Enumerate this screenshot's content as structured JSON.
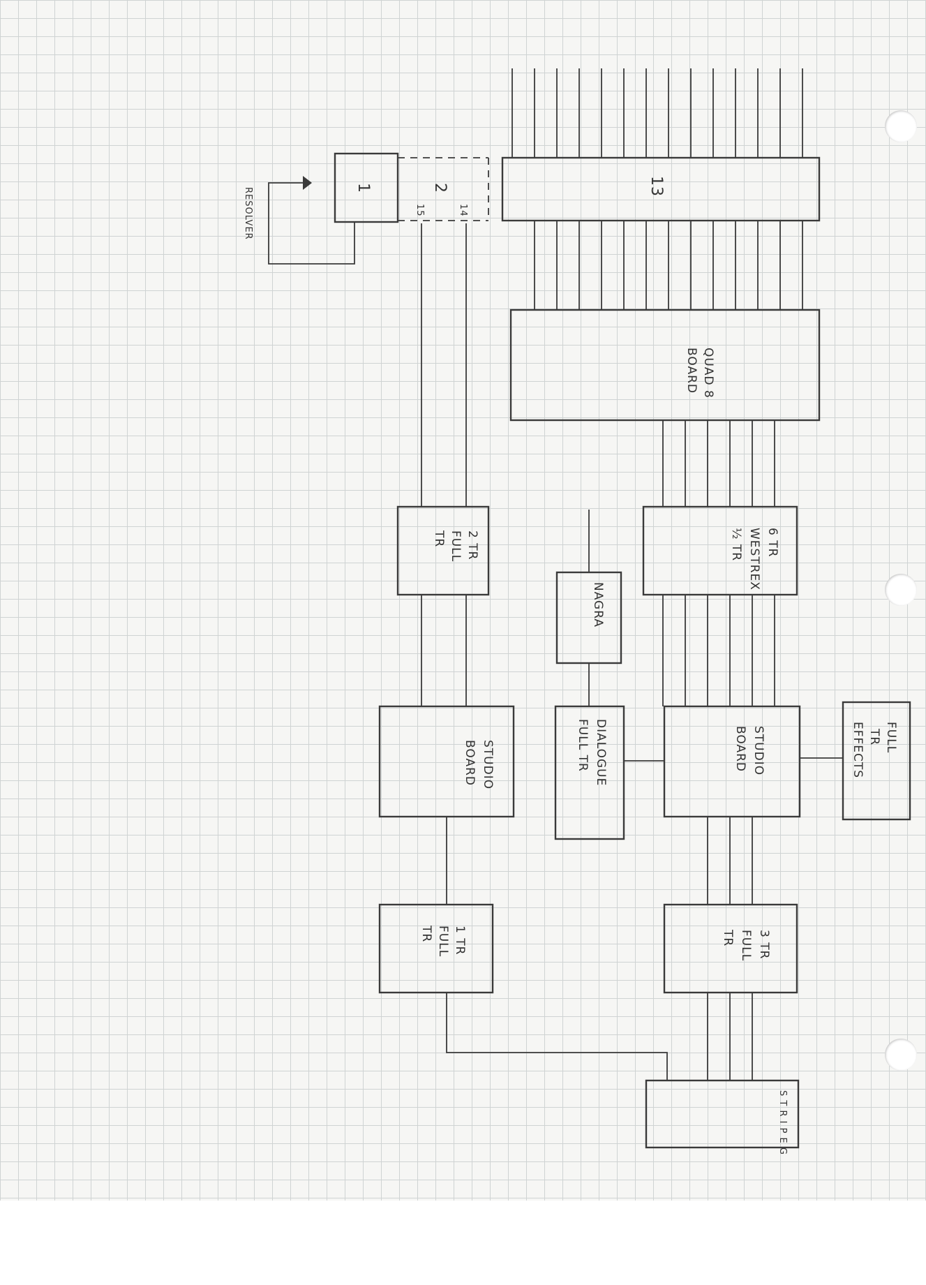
{
  "colors": {
    "paper": "#f6f6f4",
    "grid": "#cfd3d3",
    "ink": "#3a3a3a"
  },
  "labels": {
    "resolver": "RESOLVER",
    "slot_1": "1",
    "slot_2": "2",
    "slot_13": "13",
    "mark_15": "15",
    "mark_14": "14",
    "quad_8_line1": "QUAD 8",
    "quad_8_line2": "BOARD",
    "six_tr_line1": "6 TR",
    "six_tr_line2": "WESTREX",
    "six_tr_line3": "½ TR",
    "two_tr_line1": "2 TR",
    "two_tr_line2": "FULL",
    "two_tr_line3": "TR",
    "nagra": "NAGRA",
    "studio_board_a_line1": "STUDIO",
    "studio_board_a_line2": "BOARD",
    "dialogue_line1": "DIALOGUE",
    "dialogue_line2": "FULL TR",
    "studio_board_b_line1": "STUDIO",
    "studio_board_b_line2": "BOARD",
    "effects_line1": "FULL",
    "effects_line2": "TR",
    "effects_line3": "EFFECTS",
    "one_tr_line1": "1 TR",
    "one_tr_line2": "FULL",
    "one_tr_line3": "TR",
    "three_tr_line1": "3 TR",
    "three_tr_line2": "FULL",
    "three_tr_line3": "TR",
    "stripe_vertical": "S T R I P E G"
  }
}
